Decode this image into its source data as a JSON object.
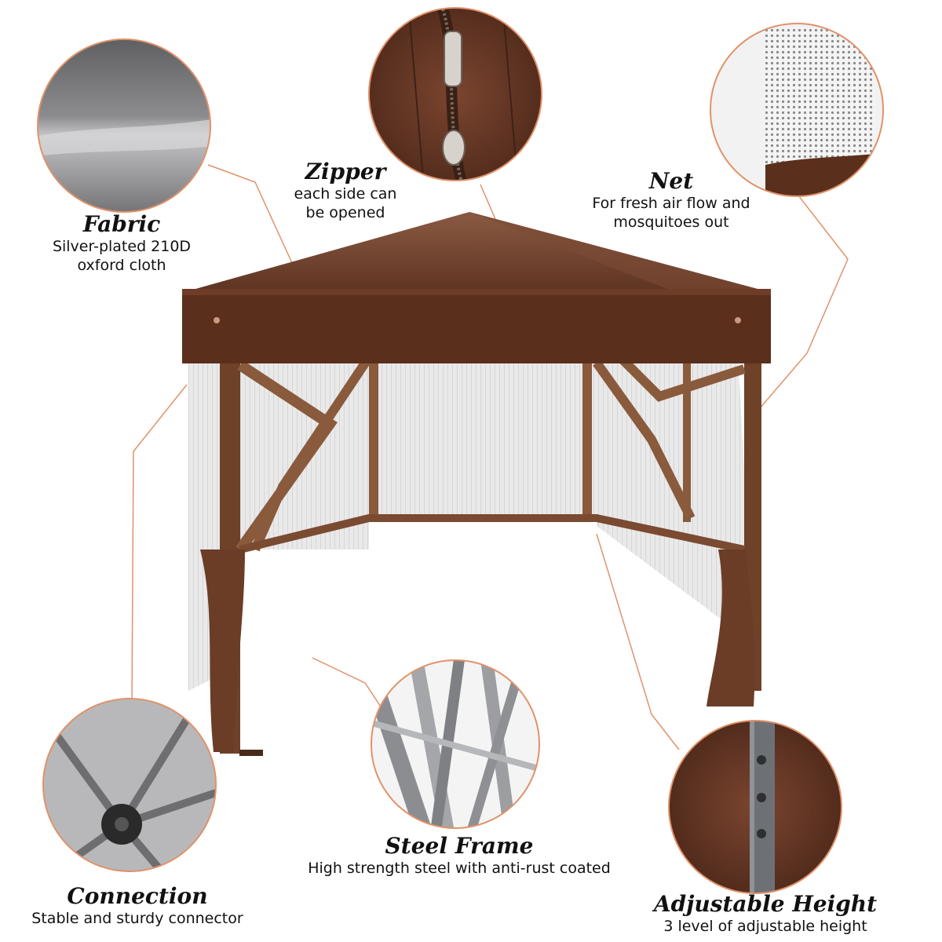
{
  "accent_color": "#e0926a",
  "canopy_color": "#5a2f1c",
  "frame_color": "#8a5a3c",
  "callouts": {
    "fabric": {
      "title": "Fabric",
      "desc": "Silver-plated 210D\noxford cloth"
    },
    "zipper": {
      "title": "Zipper",
      "desc": "each side can\nbe opened"
    },
    "net": {
      "title": "Net",
      "desc": "For fresh air flow and\nmosquitoes out"
    },
    "steel_frame": {
      "title": "Steel Frame",
      "desc": "High strength steel with anti-rust coated"
    },
    "connection": {
      "title": "Connection",
      "desc": "Stable and sturdy connector"
    },
    "adjustable_height": {
      "title": "Adjustable Height",
      "desc": "3 level of adjustable height"
    }
  }
}
